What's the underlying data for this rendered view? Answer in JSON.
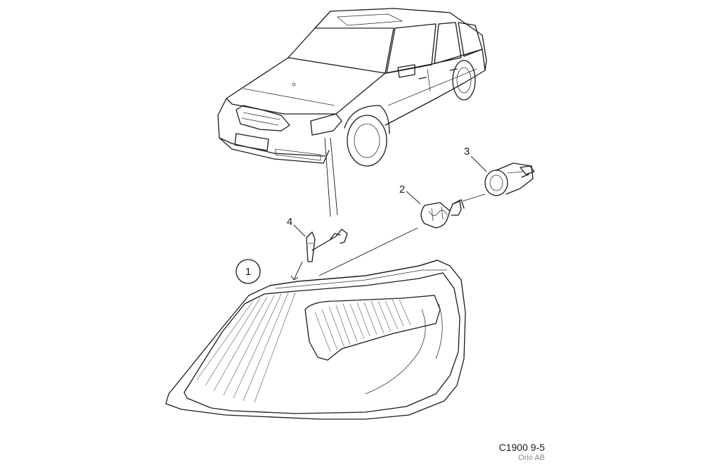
{
  "callouts": {
    "c1": "1",
    "c2": "2",
    "c3": "3",
    "c4": "4"
  },
  "footer": {
    "code": "C1900 9-5",
    "owner": "Orio AB"
  }
}
